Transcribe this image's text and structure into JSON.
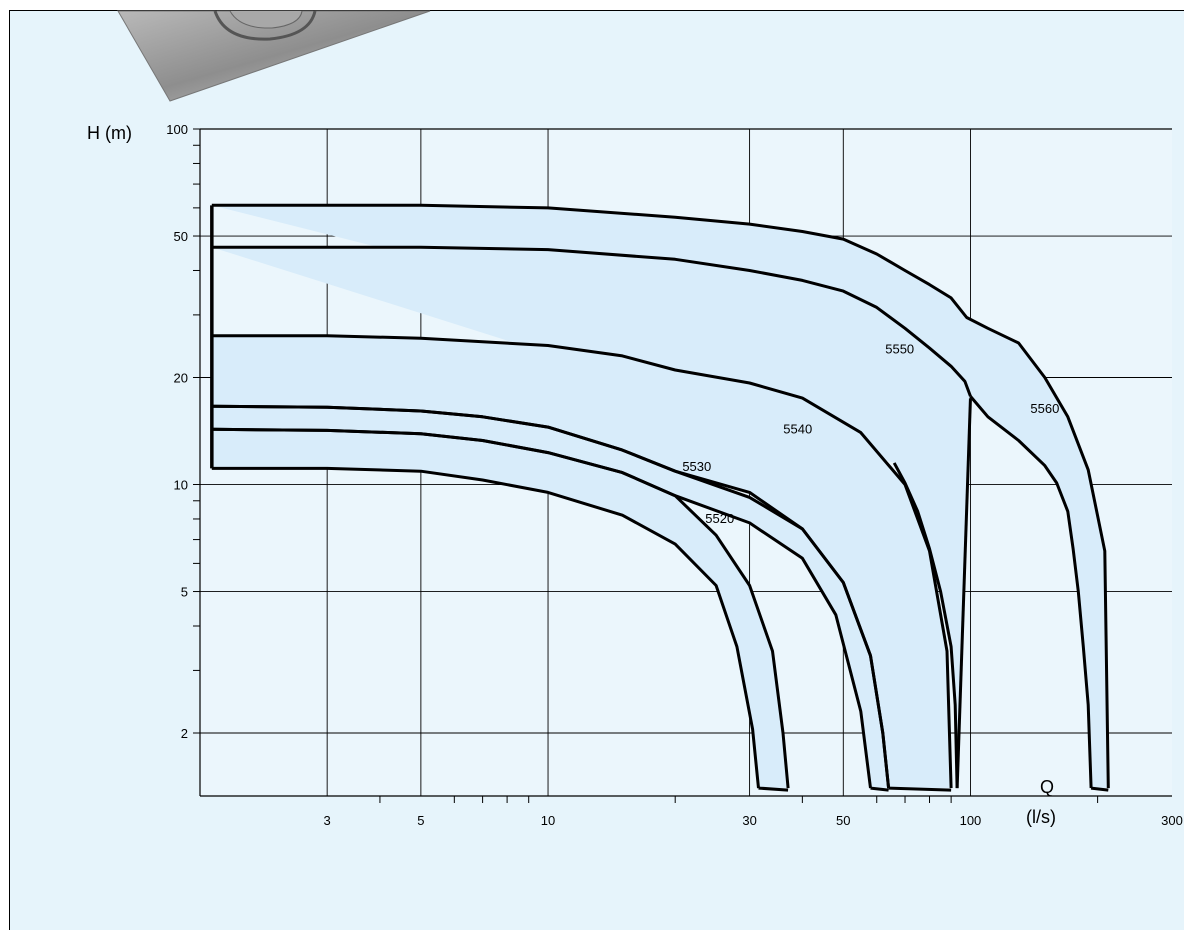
{
  "chart_data": {
    "type": "area",
    "title": "",
    "xlabel_symbol": "Q",
    "xlabel_unit": "(l/s)",
    "ylabel": "H (m)",
    "x_scale": "log",
    "y_scale": "log",
    "xlim": [
      1.5,
      300
    ],
    "ylim": [
      1.33,
      100
    ],
    "grid": true,
    "x_ticks": [
      {
        "value": 3,
        "label": "3"
      },
      {
        "value": 5,
        "label": "5"
      },
      {
        "value": 10,
        "label": "10"
      },
      {
        "value": 30,
        "label": "30"
      },
      {
        "value": 50,
        "label": "50"
      },
      {
        "value": 100,
        "label": "100"
      },
      {
        "value": 300,
        "label": "300"
      }
    ],
    "x_minor_ticks": [
      4,
      6,
      7,
      8,
      9,
      20,
      40,
      60,
      70,
      80,
      90,
      200
    ],
    "y_ticks": [
      {
        "value": 2,
        "label": "2"
      },
      {
        "value": 5,
        "label": "5"
      },
      {
        "value": 10,
        "label": "10"
      },
      {
        "value": 20,
        "label": "20"
      },
      {
        "value": 50,
        "label": "50"
      },
      {
        "value": 100,
        "label": "100"
      }
    ],
    "y_minor_ticks": [
      3,
      4,
      6,
      7,
      8,
      9,
      30,
      40,
      60,
      70,
      80,
      90
    ],
    "series": [
      {
        "name": "5520",
        "label_at": [
          25.5,
          7.8
        ],
        "upper": [
          [
            1.6,
            11.1
          ],
          [
            3,
            11.1
          ],
          [
            5,
            10.9
          ],
          [
            7,
            10.3
          ],
          [
            10,
            9.5
          ],
          [
            15,
            8.2
          ],
          [
            20,
            6.8
          ],
          [
            25,
            5.2
          ],
          [
            28,
            3.5
          ],
          [
            30.5,
            2.05
          ],
          [
            31.5,
            1.4
          ]
        ],
        "lower": [
          [
            1.6,
            14.3
          ],
          [
            3,
            14.2
          ],
          [
            5,
            13.9
          ],
          [
            7,
            13.3
          ],
          [
            10,
            12.3
          ],
          [
            15,
            10.8
          ],
          [
            20,
            9.3
          ],
          [
            25,
            7.2
          ],
          [
            30,
            5.2
          ],
          [
            34,
            3.4
          ],
          [
            36,
            2.0
          ],
          [
            37,
            1.4
          ]
        ]
      },
      {
        "name": "5530",
        "label_at": [
          22.5,
          10.9
        ],
        "upper": [
          [
            1.6,
            14.3
          ],
          [
            3,
            14.2
          ],
          [
            5,
            13.9
          ],
          [
            7,
            13.3
          ],
          [
            10,
            12.3
          ],
          [
            15,
            10.8
          ],
          [
            20,
            9.3
          ],
          [
            30,
            7.8
          ],
          [
            40,
            6.2
          ],
          [
            48,
            4.3
          ],
          [
            55,
            2.3
          ],
          [
            58,
            1.4
          ]
        ],
        "lower": [
          [
            1.6,
            16.6
          ],
          [
            3,
            16.5
          ],
          [
            5,
            16.1
          ],
          [
            7,
            15.5
          ],
          [
            10,
            14.5
          ],
          [
            15,
            12.5
          ],
          [
            20,
            10.9
          ],
          [
            30,
            9.2
          ],
          [
            40,
            7.5
          ],
          [
            50,
            5.3
          ],
          [
            58,
            3.3
          ],
          [
            62,
            2.0
          ],
          [
            64,
            1.4
          ]
        ]
      },
      {
        "name": "5540",
        "label_at": [
          39,
          13.9
        ],
        "upper": [
          [
            1.6,
            16.6
          ],
          [
            3,
            16.5
          ],
          [
            5,
            16.1
          ],
          [
            7,
            15.5
          ],
          [
            10,
            14.5
          ],
          [
            15,
            12.5
          ],
          [
            20,
            10.9
          ],
          [
            30,
            9.5
          ],
          [
            40,
            7.5
          ],
          [
            50,
            5.3
          ],
          [
            58,
            3.3
          ],
          [
            62,
            2.0
          ],
          [
            64,
            1.4
          ]
        ],
        "lower": [
          [
            1.6,
            26.2
          ],
          [
            3,
            26.2
          ],
          [
            5,
            25.8
          ],
          [
            10,
            24.6
          ],
          [
            15,
            23.0
          ],
          [
            20,
            21.0
          ],
          [
            30,
            19.3
          ],
          [
            40,
            17.5
          ],
          [
            55,
            14.0
          ],
          [
            70,
            10.0
          ],
          [
            80,
            6.5
          ],
          [
            88,
            3.4
          ],
          [
            90,
            1.4
          ]
        ]
      },
      {
        "name": "5550",
        "label_at": [
          68,
          23.4
        ],
        "upper": [
          [
            66,
            11.5
          ],
          [
            70,
            10.1
          ],
          [
            75,
            8.4
          ],
          [
            80,
            6.6
          ],
          [
            85,
            5.0
          ],
          [
            90,
            3.5
          ],
          [
            92,
            2.4
          ],
          [
            93,
            1.4
          ]
        ],
        "lower": [
          [
            1.6,
            46.5
          ],
          [
            5,
            46.5
          ],
          [
            10,
            45.8
          ],
          [
            20,
            43.0
          ],
          [
            30,
            40.0
          ],
          [
            40,
            37.5
          ],
          [
            50,
            35.0
          ],
          [
            60,
            31.5
          ],
          [
            70,
            27.5
          ],
          [
            80,
            24.2
          ],
          [
            90,
            21.5
          ],
          [
            97,
            19.5
          ],
          [
            100,
            17.7
          ]
        ]
      },
      {
        "name": "5560",
        "label_at": [
          150,
          15.9
        ],
        "upper": [
          [
            100,
            17.7
          ],
          [
            110,
            15.5
          ],
          [
            130,
            13.3
          ],
          [
            150,
            11.3
          ],
          [
            160,
            10.1
          ],
          [
            170,
            8.4
          ],
          [
            175,
            6.6
          ],
          [
            180,
            5.0
          ],
          [
            185,
            3.5
          ],
          [
            190,
            2.4
          ],
          [
            193,
            1.4
          ]
        ],
        "lower": [
          [
            1.6,
            61.0
          ],
          [
            5,
            61.0
          ],
          [
            10,
            60.0
          ],
          [
            20,
            56.5
          ],
          [
            30,
            54.0
          ],
          [
            40,
            51.5
          ],
          [
            50,
            49.0
          ],
          [
            60,
            44.5
          ],
          [
            70,
            40.0
          ],
          [
            80,
            36.5
          ],
          [
            90,
            33.5
          ],
          [
            98,
            29.5
          ],
          [
            110,
            27.5
          ],
          [
            130,
            25.0
          ],
          [
            150,
            20.0
          ],
          [
            170,
            15.5
          ],
          [
            190,
            11.0
          ],
          [
            208,
            6.5
          ],
          [
            212,
            1.4
          ]
        ]
      }
    ]
  },
  "photo_corner_icon": "pump-photo-icon",
  "colors": {
    "panel_bg": "#e6f4fb",
    "plot_bg": "#ebf6fc",
    "region_fill": "#d8ecfa",
    "curve": "#000000",
    "grid": "#000000"
  }
}
